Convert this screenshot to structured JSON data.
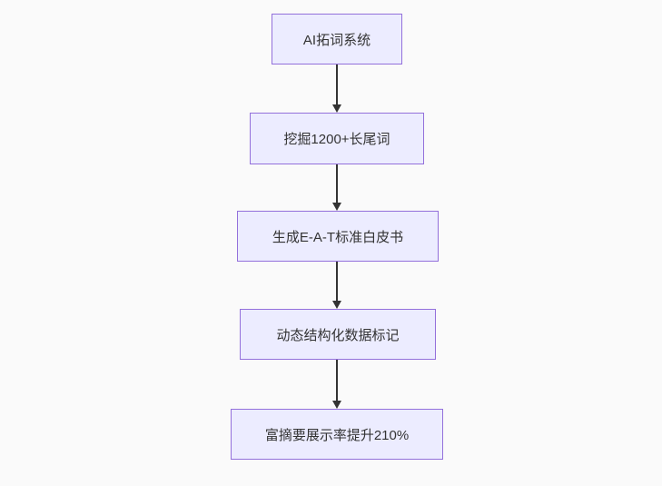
{
  "diagram": {
    "type": "flowchart",
    "direction": "top-down",
    "title": "",
    "nodes": [
      {
        "id": "n0",
        "label": "AI拓词系统"
      },
      {
        "id": "n1",
        "label": "挖掘1200+长尾词"
      },
      {
        "id": "n2",
        "label": "生成E-A-T标准白皮书"
      },
      {
        "id": "n3",
        "label": "动态结构化数据标记"
      },
      {
        "id": "n4",
        "label": "富摘要展示率提升210%"
      }
    ],
    "edges": [
      {
        "from": "n0",
        "to": "n1",
        "style": "arrow-down"
      },
      {
        "from": "n1",
        "to": "n2",
        "style": "arrow-down"
      },
      {
        "from": "n2",
        "to": "n3",
        "style": "arrow-down"
      },
      {
        "from": "n3",
        "to": "n4",
        "style": "arrow-down"
      }
    ],
    "colors": {
      "background": "#fafafa",
      "node_fill": "#ECECFF",
      "node_border": "#9370DB",
      "arrow": "#333333",
      "text": "#333333"
    }
  }
}
